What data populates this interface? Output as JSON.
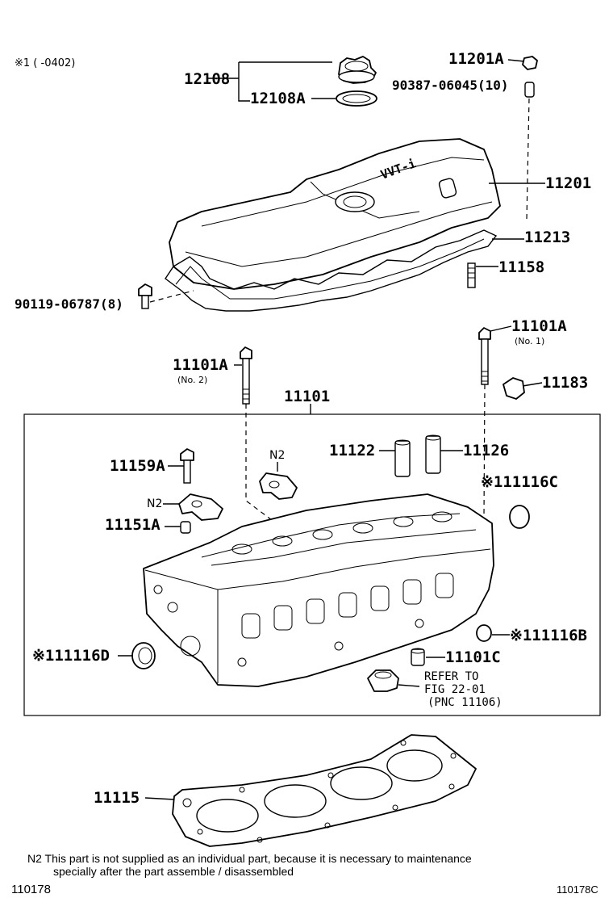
{
  "header": {
    "note_marker": "※1 (     -0402)"
  },
  "labels": {
    "p12108": "12108",
    "p12108A": "12108A",
    "p11201A": "11201A",
    "p90387": "90387-06045(10)",
    "p11201": "11201",
    "p11213": "11213",
    "p11158": "11158",
    "p90119": "90119-06787(8)",
    "p11101A_1": "11101A",
    "p11101A_1_sub": "(No. 1)",
    "p11101A_2": "11101A",
    "p11101A_2_sub": "(No. 2)",
    "p11183": "11183",
    "p11101": "11101",
    "p11122": "11122",
    "p11126": "11126",
    "pN2_a": "N2",
    "pN2_b": "N2",
    "p11159A": "11159A",
    "p11151A": "11151A",
    "p11116C": "※111116C",
    "p11116B": "※111116B",
    "p11116D": "※111116D",
    "p11101C": "11101C",
    "refer_1": "REFER TO",
    "refer_2": "FIG 22-01",
    "refer_3": "(PNC 11106)",
    "p11115": "11115"
  },
  "footer": {
    "note_line1": "N2  This part is not supplied as an individual part, because it is necessary to maintenance",
    "note_line2": "specially after the part assemble / disassembled",
    "fig_id_left": "110178",
    "fig_id_right": "110178C"
  }
}
